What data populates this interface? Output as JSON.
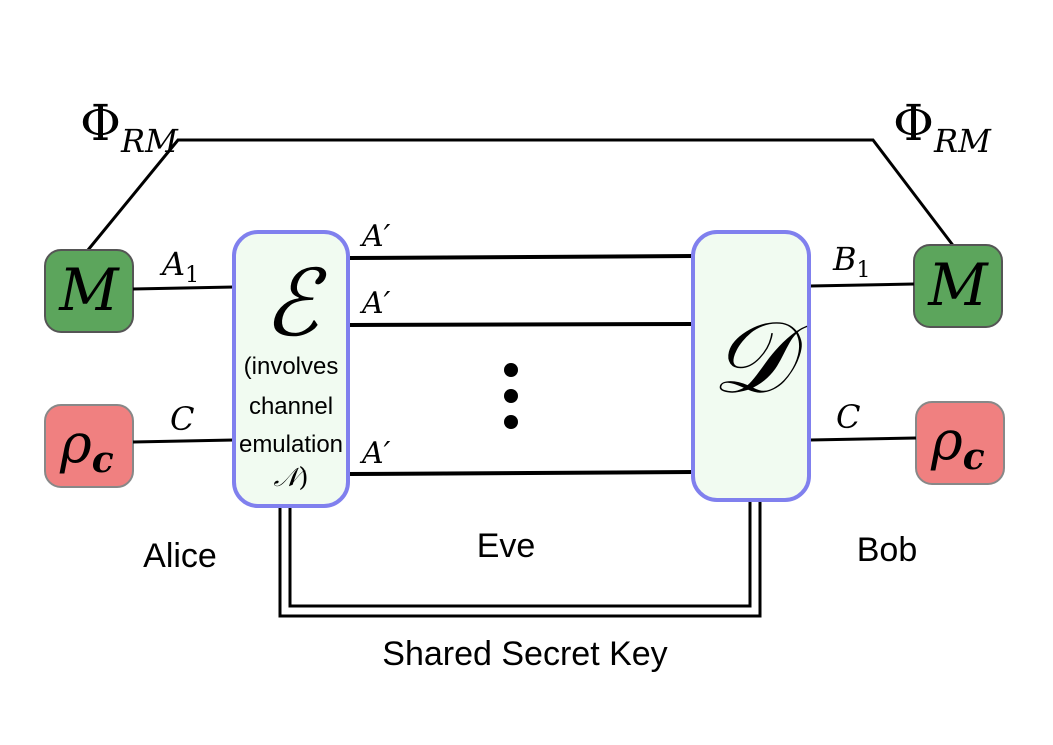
{
  "labels": {
    "phi_left_base": "Φ",
    "phi_left_sub": "RM",
    "phi_right_base": "Φ",
    "phi_right_sub": "RM",
    "alice_m": "M",
    "bob_m": "M",
    "alice_rho": "ρ",
    "alice_rho_sub": "c",
    "bob_rho": "ρ",
    "bob_rho_sub": "c",
    "wire_a1_base": "A",
    "wire_a1_sub": "1",
    "wire_b1_base": "B",
    "wire_b1_sub": "1",
    "wire_c_left": "C",
    "wire_c_right": "C",
    "channel_1": "A′",
    "channel_2": "A′",
    "channel_3": "A′",
    "encoder_symbol": "ℰ",
    "encoder_note_1": "(involves",
    "encoder_note_2": "channel",
    "encoder_note_3": "emulation",
    "encoder_note_4_sym": "𝒩",
    "encoder_note_4_close": ")",
    "decoder_symbol": "𝒟",
    "alice": "Alice",
    "eve": "Eve",
    "bob": "Bob",
    "shared_key": "Shared Secret Key"
  },
  "colors": {
    "m_box_fill": "#5ca55c",
    "rho_box_fill": "#f08080",
    "processor_fill": "#f1fbf1",
    "processor_stroke": "#8080ee",
    "line": "#000000"
  }
}
